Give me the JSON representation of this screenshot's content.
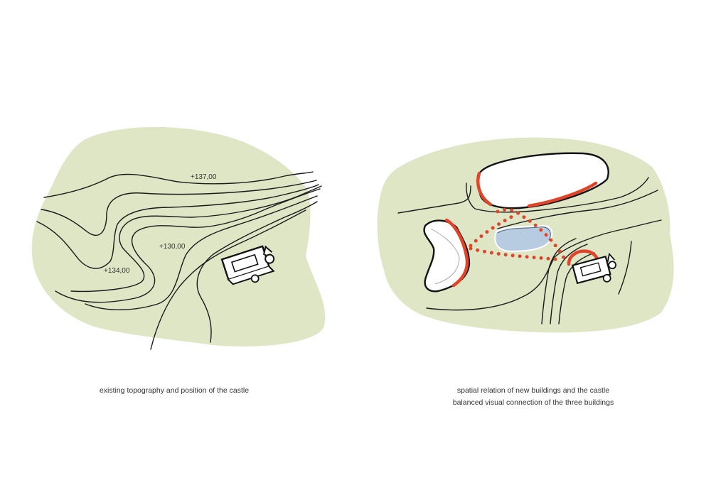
{
  "left_panel": {
    "elevations": [
      "+137,00",
      "+130,00",
      "+134,00"
    ],
    "caption": "existing topography and position of the castle"
  },
  "right_panel": {
    "caption_line1": "spatial relation of new buildings and the castle",
    "caption_line2": "balanced visual connection of the three buildings"
  },
  "colors": {
    "terrain": "#dfe6c6",
    "accent": "#e0452a",
    "water": "#b7cbe1",
    "ink": "#1a1a1a"
  }
}
